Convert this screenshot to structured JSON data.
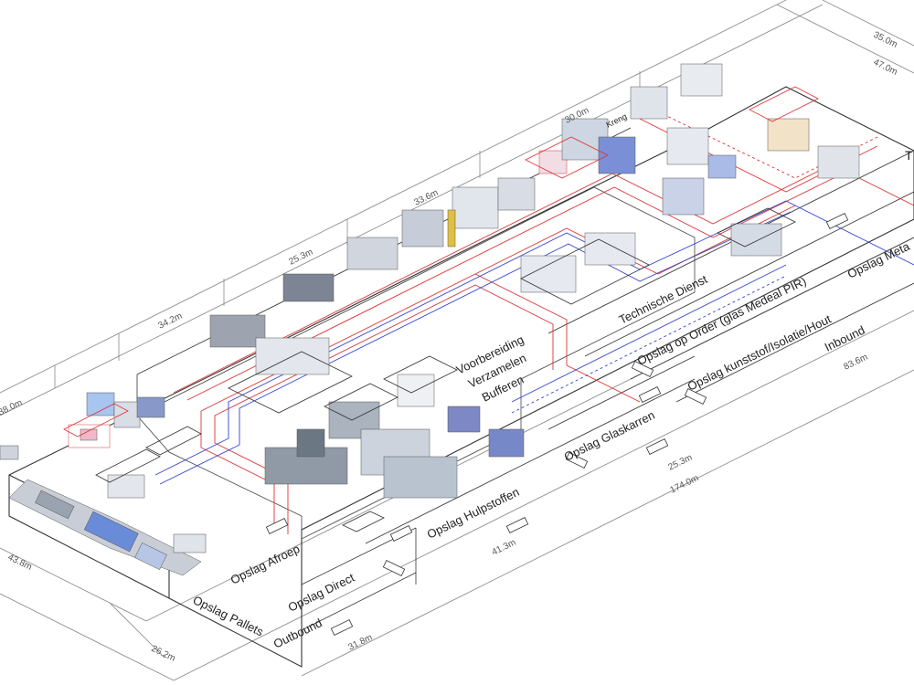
{
  "diagram": {
    "zones": {
      "voorbereiding": [
        "Voorbereiding",
        "Verzamelen",
        "Bufferen"
      ],
      "technische_dienst": "Technische Dienst",
      "opslag_order": "Opslag op Order (glas Medeal PIR)",
      "opslag_kunststof": "Opslag kunststof/Isolatie/Hout",
      "opslag_metaal": "Opslag Meta",
      "inbound": "Inbound",
      "opslag_glaskarren": "Opslag Glaskarren",
      "opslag_hulpstoffen": "Opslag Hulpstoffen",
      "opslag_afroep": "Opslag Afroep",
      "opslag_direct": "Opslag Direct",
      "opslag_pallets": "Opslag Pallets",
      "outbound": "Outbound",
      "kreng": "Kreng",
      "ref_t": "T"
    },
    "dimensions": {
      "top_row": [
        "38.0m",
        "34.2m",
        "25.3m",
        "33.6m",
        "30.0m",
        "35.0m",
        "47.0m"
      ],
      "bottom_row": [
        "43.8m",
        "26.2m",
        "31.8m",
        "41.3m",
        "25.3m",
        "174.0m",
        "83.6m"
      ]
    },
    "colors": {
      "outline": "#333333",
      "dim_line": "#777777",
      "route_red": "#dd3333",
      "route_blue": "#3344cc"
    }
  }
}
